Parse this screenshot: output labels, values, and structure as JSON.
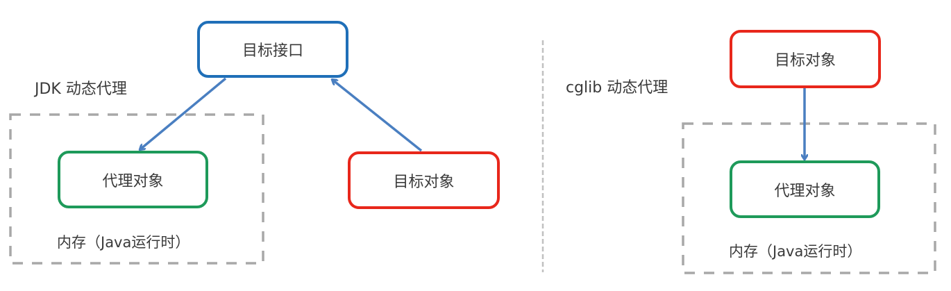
{
  "colors": {
    "interface_border": "#1f6fb8",
    "target_border": "#e8271b",
    "proxy_border": "#1e9a5a",
    "arrow": "#4a7fc1",
    "dashed": "#a8a8a8",
    "text": "#3a3a3a"
  },
  "jdk": {
    "title": "JDK 动态代理",
    "interface_node": "目标接口",
    "proxy_node": "代理对象",
    "target_node": "目标对象",
    "memory_label": "内存（Java运行时）"
  },
  "cglib": {
    "title": "cglib 动态代理",
    "target_node": "目标对象",
    "proxy_node": "代理对象",
    "memory_label": "内存（Java运行时）"
  },
  "edges": [
    {
      "from": "jdk.interface_node",
      "to": "jdk.proxy_node",
      "style": "arrow"
    },
    {
      "from": "jdk.target_node",
      "to": "jdk.interface_node",
      "style": "arrow"
    },
    {
      "from": "cglib.target_node",
      "to": "cglib.proxy_node",
      "style": "arrow"
    }
  ]
}
